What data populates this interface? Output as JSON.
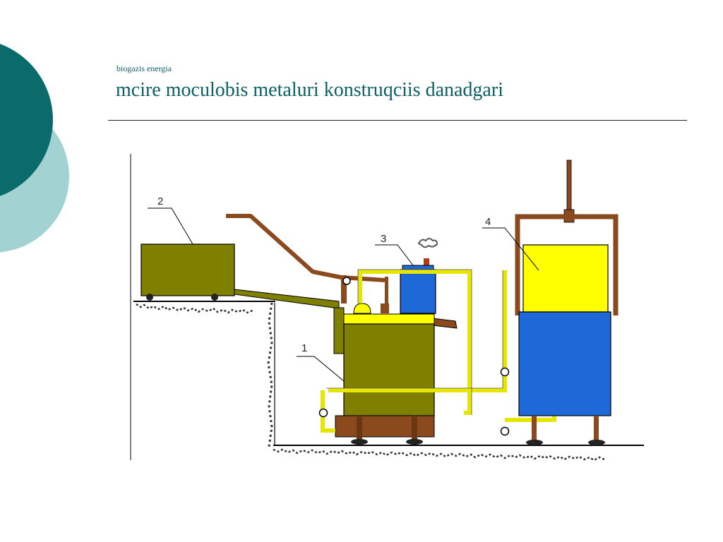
{
  "slide": {
    "supertitle": "biogazis energia",
    "title": "mcire moculobis metaluri konstruqciis danadgari"
  },
  "diagram": {
    "callouts": [
      {
        "id": "digester",
        "label": "1"
      },
      {
        "id": "feed-cart",
        "label": "2"
      },
      {
        "id": "gas-vessel",
        "label": "3"
      },
      {
        "id": "gas-holder",
        "label": "4"
      }
    ]
  },
  "colors": {
    "olive": "#808000",
    "olive_dark": "#5f5f00",
    "yellow": "#ffff00",
    "blue": "#1e68d8",
    "brown": "#8b4a1e",
    "teal_dark": "#0b6b6b",
    "teal_light": "#9fcfcf",
    "title": "#0b5f63"
  }
}
